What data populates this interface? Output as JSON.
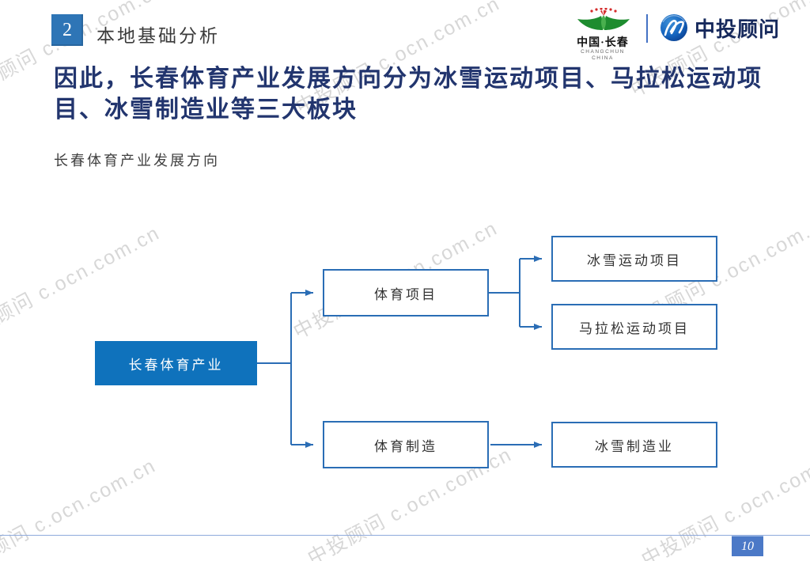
{
  "page": {
    "section_number": "2",
    "section_title": "本地基础分析",
    "page_number": "10"
  },
  "logos": {
    "changchun": {
      "name": "中国·长春",
      "subtitle": "CHANGCHUN CHINA"
    },
    "ocn": {
      "name": "中投顾问"
    }
  },
  "title": {
    "line1": "因此，长春体育产业发展方向分为冰雪运动项目、马拉松运动项",
    "line2": "目、冰雪制造业等三大板块"
  },
  "subtitle": "长春体育产业发展方向",
  "diagram": {
    "nodes": {
      "root": {
        "label": "长春体育产业"
      },
      "sports_projects": {
        "label": "体育项目"
      },
      "sports_manufacturing": {
        "label": "体育制造"
      },
      "ice_snow_sports": {
        "label": "冰雪运动项目"
      },
      "marathon": {
        "label": "马拉松运动项目"
      },
      "ice_snow_manufacturing": {
        "label": "冰雪制造业"
      }
    }
  },
  "watermark": {
    "text": "中投顾问 c.ocn.com.cn"
  },
  "colors": {
    "accent_blue": "#2A6DB5",
    "root_fill": "#0F72BC",
    "title_blue": "#22356E",
    "chip_blue": "#2E75B6",
    "footer_line": "#8FAADC",
    "badge_blue": "#4B79C7"
  }
}
